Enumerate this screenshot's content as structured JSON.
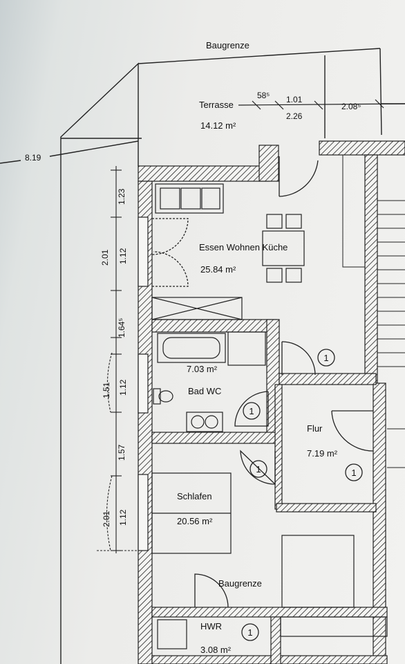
{
  "labels": {
    "baugrenze_top": "Baugrenze",
    "baugrenze_bottom": "Baugrenze",
    "side_dimension": "8.19"
  },
  "rooms": {
    "terrasse": {
      "name": "Terrasse",
      "area": "14.12 m²"
    },
    "essen": {
      "name": "Essen Wohnen Küche",
      "area": "25.84 m²"
    },
    "bad": {
      "name": "Bad WC",
      "area": "7.03 m²"
    },
    "flur": {
      "name": "Flur",
      "area": "7.19 m²"
    },
    "schlafen": {
      "name": "Schlafen",
      "area": "20.56 m²"
    },
    "hwr": {
      "name": "HWR",
      "area": "3.08 m²"
    }
  },
  "terrace_dims": {
    "d1": "58⁵",
    "d2": "1.01",
    "d3": "2.26",
    "d4": "2.08⁵"
  },
  "vertical_dims": {
    "d1": "1.23",
    "d2": "2.01",
    "d3": "1.12",
    "d4": "1.64⁵",
    "d5": "1.51",
    "d6": "1.12",
    "d7": "1.57",
    "d8": "2.01",
    "d9": "1.12"
  },
  "markers": {
    "m1": "1",
    "m2": "1",
    "m3": "1",
    "m4": "1",
    "m5": "1"
  }
}
